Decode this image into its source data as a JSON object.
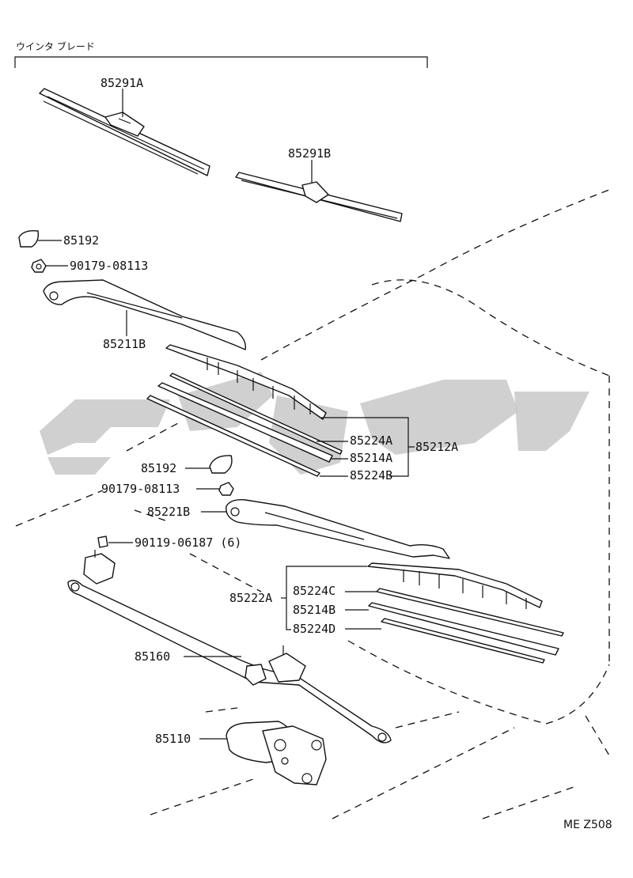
{
  "header": {
    "title": "ウインタ ブレード"
  },
  "diagram_code": "ME Z508",
  "callouts": {
    "p85291A": "85291A",
    "p85291B": "85291B",
    "p85192_top": "85192",
    "p90179_top": "90179-08113",
    "p85211B": "85211B",
    "p85224A": "85224A",
    "p85214A": "85214A",
    "p85224B": "85224B",
    "p85212A": "85212A",
    "p85192_mid": "85192",
    "p90179_mid": "90179-08113",
    "p85221B": "85221B",
    "p90119": "90119-06187 (6)",
    "p85222A": "85222A",
    "p85224C": "85224C",
    "p85214B": "85214B",
    "p85224D": "85224D",
    "p85160": "85160",
    "p85110": "85110"
  }
}
